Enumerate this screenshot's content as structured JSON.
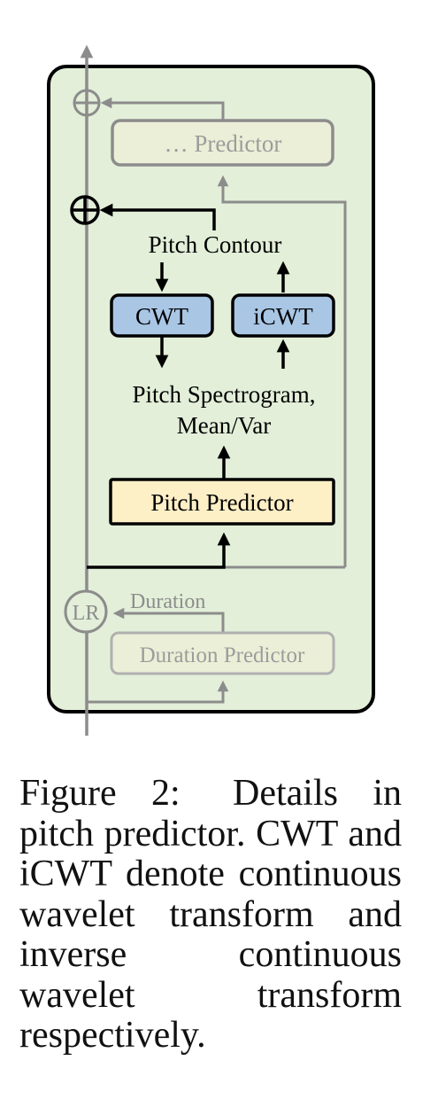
{
  "diagram": {
    "ghost_predictor_label": "… Predictor",
    "pitch_contour_label": "Pitch Contour",
    "cwt_label": "CWT",
    "icwt_label": "iCWT",
    "spectrogram_label_line1": "Pitch Spectrogram,",
    "spectrogram_label_line2": "Mean/Var",
    "pitch_predictor_label": "Pitch Predictor",
    "lr_label": "LR",
    "duration_label": "Duration",
    "duration_predictor_label": "Duration Predictor",
    "colors": {
      "panel_fill": "#e3efd9",
      "cwt_fill": "#a9c6e5",
      "pitch_predictor_fill": "#fdefc6",
      "faded_box_fill": "#ecefd7",
      "faded_stroke": "#8c8c8c"
    }
  },
  "caption": {
    "label": "Figure 2:",
    "text": "Details in pitch predictor. CWT and iCWT denote con­tinuous wavelet trans­form and inverse contin­uous wavelet transform respectively."
  }
}
